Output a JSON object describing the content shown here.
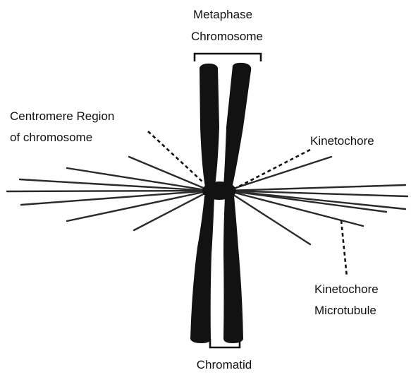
{
  "labels": {
    "metaphase_line1": "Metaphase",
    "metaphase_line2": "Chromosome",
    "centromere_line1": "Centromere Region",
    "centromere_line2": "of chromosome",
    "kinetochore": "Kinetochore",
    "kmt_line1": "Kinetochore",
    "kmt_line2": "Microtubule",
    "chromatid": "Chromatid"
  },
  "colors": {
    "chromosome": "#121212",
    "microtubule": "#2a2a2a",
    "text": "#111111",
    "background": "#ffffff"
  }
}
